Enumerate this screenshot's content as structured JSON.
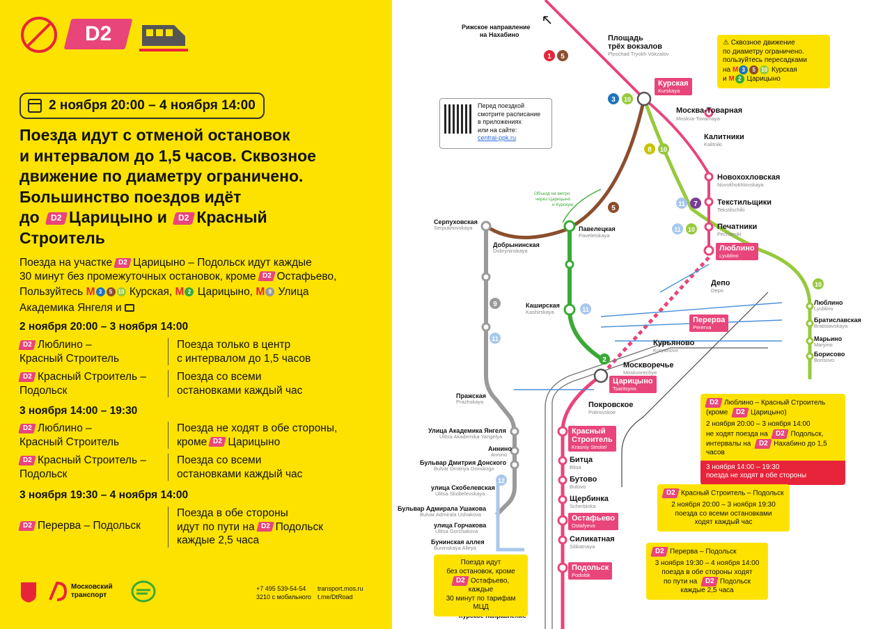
{
  "colors": {
    "yellow": "#fde200",
    "pink": "#e8457a",
    "brown": "#8b4e2d",
    "green": "#3aa935",
    "lightgreen": "#97c93d",
    "gray": "#9a9a9a",
    "red": "#e8243a",
    "blue": "#1e73be"
  },
  "left": {
    "badge": "D2",
    "date_range": "2 ноября 20:00 – 4 ноября 14:00",
    "headline": [
      "Поезда идут с отменой остановок",
      "и интервалом до 1,5 часов. Сквозное",
      "движение по диаметру ограничено.",
      "Большинство поездов идёт"
    ],
    "headline_to": "до",
    "headline_st1": "Царицыно и",
    "headline_st2": "Красный",
    "headline_last": "Строитель",
    "body1_a": "Поезда на участке",
    "body1_b": "Царицыно – Подольск идут каждые",
    "body2_a": "30 минут без промежуточных остановок, кроме",
    "body2_b": "Остафьево,",
    "body3_a": "Пользуйтесь",
    "body3_b": "Курская,",
    "body3_c": "Царицыно,",
    "body3_d": "Улица",
    "body4": "Академика Янгеля и",
    "sections": [
      {
        "title": "2 ноября 20:00 – 3 ноября 14:00",
        "rows": [
          {
            "c1a": "Люблино –",
            "c1b": "Красный Строитель",
            "c2a": "Поезда только в центр",
            "c2b": "с интервалом до 1,5 часов"
          },
          {
            "c1a": "Красный Строитель –",
            "c1b": "Подольск",
            "c2a": "Поезда со всеми",
            "c2b": "остановками каждый час"
          }
        ]
      },
      {
        "title": "3 ноября 14:00 – 19:30",
        "rows": [
          {
            "c1a": "Люблино –",
            "c1b": "Красный Строитель",
            "c2a": "Поезда не ходят в обе стороны,",
            "c2b": "кроме",
            "c2b2": "Царицыно"
          },
          {
            "c1a": "Красный Строитель –",
            "c1b": "Подольск",
            "c2a": "Поезда со всеми",
            "c2b": "остановками каждый час"
          }
        ]
      },
      {
        "title": "3 ноября 19:30 – 4 ноября 14:00",
        "rows": [
          {
            "c1a": "Перерва – Подольск",
            "c2a": "Поезда в обе стороны",
            "c2b": "идут по пути на",
            "c2b2": "Подольск",
            "c2c": "каждые 2,5 часа"
          }
        ]
      }
    ],
    "logo": [
      "Московский",
      "транспорт"
    ],
    "phone": [
      "+7 495 539-54-54",
      "3210 с мобильного"
    ],
    "web": [
      "transport.mos.ru",
      "t.me/DtRoad"
    ]
  },
  "map": {
    "top_dir": [
      "Рижское направление",
      "на Нахабино"
    ],
    "bottom_dir": "Курское направление",
    "qr": [
      "Перед поездкой",
      "смотрите расписание",
      "в приложениях",
      "или на сайте:"
    ],
    "qr_link": "central-ppk.ru",
    "note_top": [
      "⚠ Сквозное движение",
      "по диаметру ограничено.",
      "пользуйтесь пересадками",
      "на",
      "Курская",
      "и",
      "Царицыно"
    ],
    "detour": [
      "Объезд на метро",
      "через Царицыно",
      "и Курскую"
    ],
    "stations": [
      {
        "name": "Площадь",
        "name2": "трёх вокзалов",
        "sub": "Ploschad Tryokh Vokzalov"
      },
      {
        "name": "Москва-Товарная",
        "sub": "Moskva-Tovarnaya"
      },
      {
        "name": "Калитники",
        "sub": "Kalitniki"
      },
      {
        "name": "Новохохловская",
        "sub": "Novokhokhlovskaya"
      },
      {
        "name": "Текстильщики",
        "sub": "Tekstilschiki"
      },
      {
        "name": "Печатники",
        "sub": "Pechatniki"
      },
      {
        "name": "Депо",
        "sub": "Depo"
      },
      {
        "name": "Курьяново",
        "sub": "Kuryanovo"
      },
      {
        "name": "Москворечье",
        "sub": "Moskvorechye"
      },
      {
        "name": "Покровское",
        "sub": "Pokrovskoe"
      },
      {
        "name": "Битца",
        "sub": "Bitsa"
      },
      {
        "name": "Бутово",
        "sub": "Butovo"
      },
      {
        "name": "Щербинка",
        "sub": "Scherbinka"
      },
      {
        "name": "Силикатная",
        "sub": "Silikatnaya"
      },
      {
        "name": "Серпуховская",
        "sub": "Serpukhovskaya"
      },
      {
        "name": "Добрынинская",
        "sub": "Dobryninskaya"
      },
      {
        "name": "Павелецкая",
        "sub": "Paveletskaya"
      },
      {
        "name": "Каширская",
        "sub": "Kashirskaya"
      },
      {
        "name": "Пражская",
        "sub": "Prazhskaya"
      },
      {
        "name": "Улица Академика Янгеля",
        "sub": "Ulitsa Akademika Yangelya"
      },
      {
        "name": "Аннино",
        "sub": "Annino"
      },
      {
        "name": "Бульвар Дмитрия Донского",
        "sub": "Bulvar Dmitriya Donskogo"
      },
      {
        "name": "улица Скобелевская",
        "sub": "Ulitsa Skobelevskaya"
      },
      {
        "name": "Бульвар Адмирала Ушакова",
        "sub": "Bulvar Admirala Ushakova"
      },
      {
        "name": "улица Горчакова",
        "sub": "Ulitsa Gorchakova"
      },
      {
        "name": "Бунинская аллея",
        "sub": "Buninskaya Alleya"
      },
      {
        "name": "Люблино",
        "sub": "Lyublino"
      },
      {
        "name": "Братиславская",
        "sub": "Bratislavskaya"
      },
      {
        "name": "Марьино",
        "sub": "Maryino"
      },
      {
        "name": "Борисово",
        "sub": "Borisovo"
      }
    ],
    "pink_stations": [
      {
        "name": "Курская",
        "sub": "Kurskaya"
      },
      {
        "name": "Люблино",
        "sub": "Lyublino"
      },
      {
        "name": "Перерва",
        "sub": "Pererva"
      },
      {
        "name": "Царицыно",
        "sub": "Tsaritsyno"
      },
      {
        "name": "Красный",
        "name2": "Строитель",
        "sub": "Krasniy Stroitel"
      },
      {
        "name": "Остафьево",
        "sub": "Ostafyevo"
      },
      {
        "name": "Подольск",
        "sub": "Podolsk"
      }
    ],
    "note_lk": [
      "Люблино – Красный Строитель",
      "(кроме",
      "Царицыно)",
      "2 ноября 20:00 – 3 ноября 14:00",
      "не ходят поезда на",
      "Подольск,",
      "интервалы на",
      "Нахабино до 1,5 часов",
      "3 ноября 14:00 – 19:30",
      "поезда не ходят в обе стороны"
    ],
    "note_kp": [
      "Красный Строитель – Подольск",
      "2 ноября 20:00 – 3 ноября 19:30",
      "поезда со всеми остановками",
      "ходят каждый час"
    ],
    "note_pp": [
      "Перерва – Подольск",
      "3 ноября 19:30 – 4 ноября 14:00",
      "поезда в обе стороны ходят",
      "по пути на",
      "Подольск",
      "каждые 2,5 часа"
    ],
    "note_bottom": [
      "Поезда идут",
      "без остановок, кроме",
      "Остафьево, каждые",
      "30 минут по тарифам",
      "МЦД"
    ]
  }
}
